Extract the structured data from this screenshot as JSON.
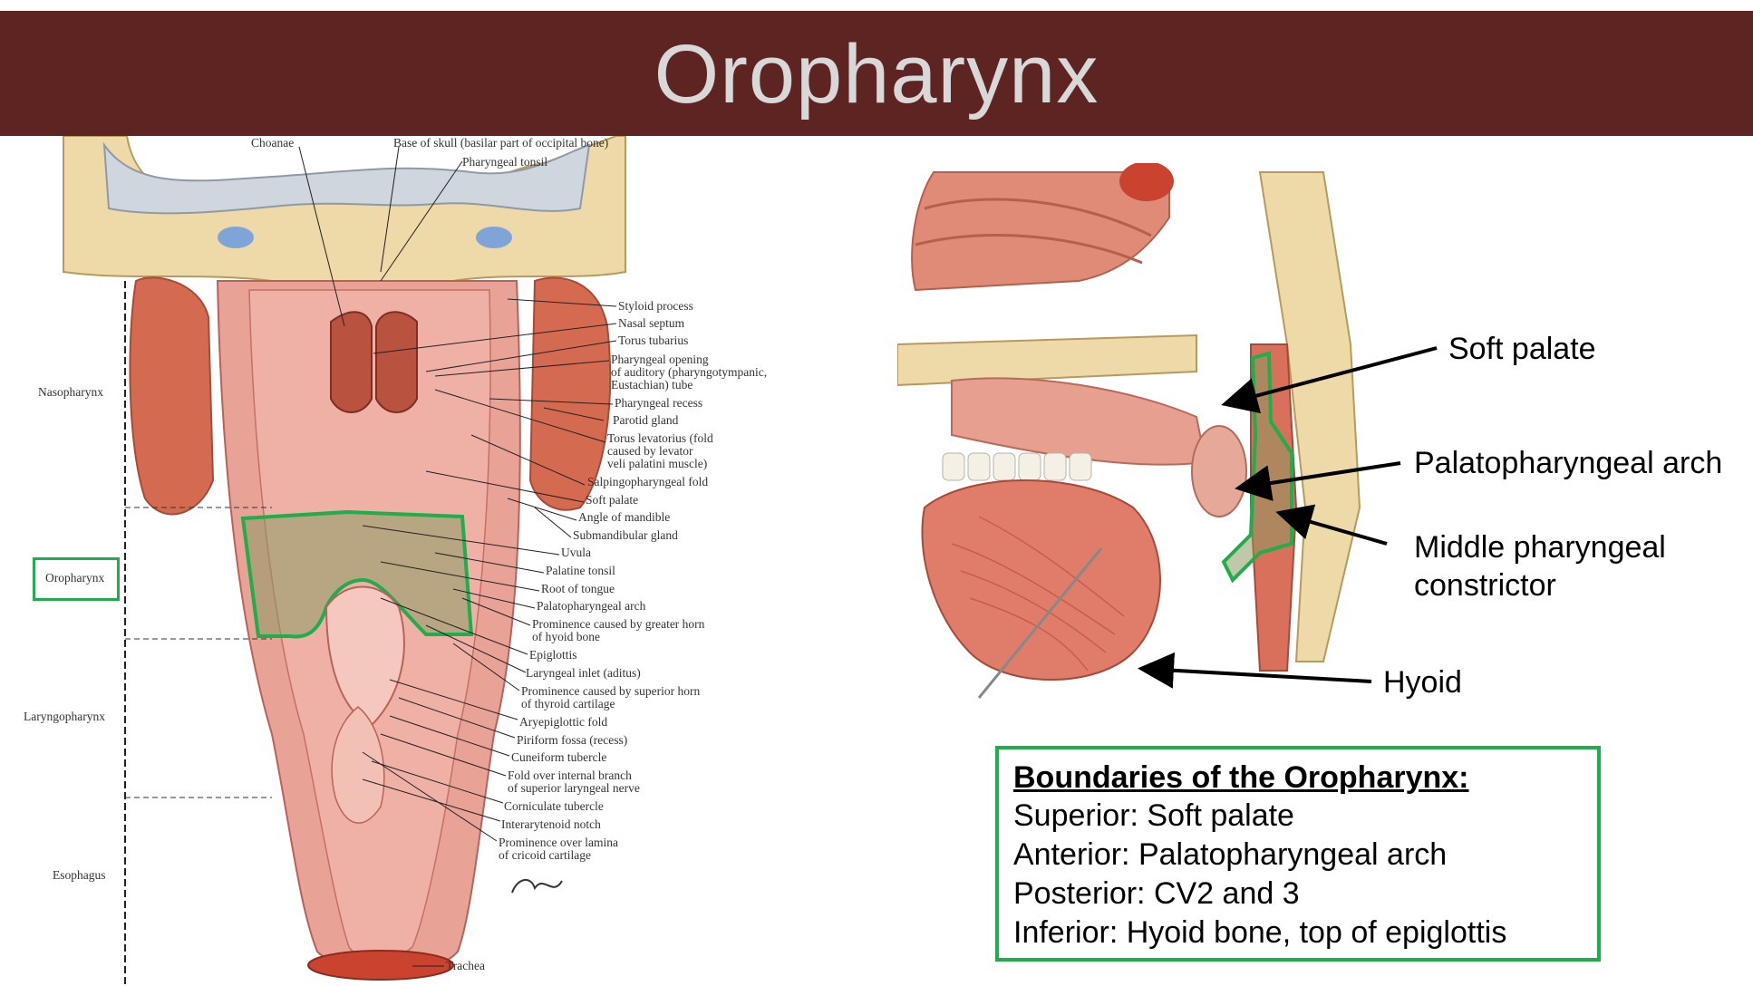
{
  "title": "Oropharynx",
  "left_figure": {
    "regions": [
      "Nasopharynx",
      "Oropharynx",
      "Laryngopharynx",
      "Esophagus"
    ],
    "labels": [
      "Choanae",
      "Base of skull (basilar part of occipital bone)",
      "Pharyngeal tonsil",
      "Styloid process",
      "Nasal septum",
      "Torus tubarius",
      "Pharyngeal opening",
      "of auditory (pharyngotympanic,",
      "Eustachian) tube",
      "Pharyngeal recess",
      "Parotid gland",
      "Torus levatorius (fold",
      "caused by levator",
      "veli palatini muscle)",
      "Salpingopharyngeal fold",
      "Soft palate",
      "Angle of mandible",
      "Submandibular gland",
      "Uvula",
      "Palatine tonsil",
      "Root of tongue",
      "Palatopharyngeal arch",
      "Prominence caused by greater horn",
      "of hyoid bone",
      "Epiglottis",
      "Laryngeal inlet (aditus)",
      "Prominence caused by superior horn",
      "of thyroid cartilage",
      "Aryepiglottic fold",
      "Piriform fossa (recess)",
      "Cuneiform tubercle",
      "Fold over internal branch",
      "of superior laryngeal nerve",
      "Corniculate tubercle",
      "Interarytenoid notch",
      "Prominence over lamina",
      "of cricoid cartilage",
      "Trachea"
    ]
  },
  "right_figure": {
    "annotations": [
      "Soft palate",
      "Palatopharyngeal arch",
      "Middle pharyngeal",
      "constrictor",
      "Hyoid"
    ]
  },
  "boundaries": {
    "heading": "Boundaries of the Oropharynx:",
    "lines": [
      "Superior:  Soft palate",
      "Anterior:  Palatopharyngeal arch",
      "Posterior:  CV2 and 3",
      "Inferior:  Hyoid bone, top of epiglottis"
    ]
  },
  "colors": {
    "title_bar": "#5e2422",
    "title_text": "#d8d8d8",
    "highlight_green": "#1fae4b"
  }
}
